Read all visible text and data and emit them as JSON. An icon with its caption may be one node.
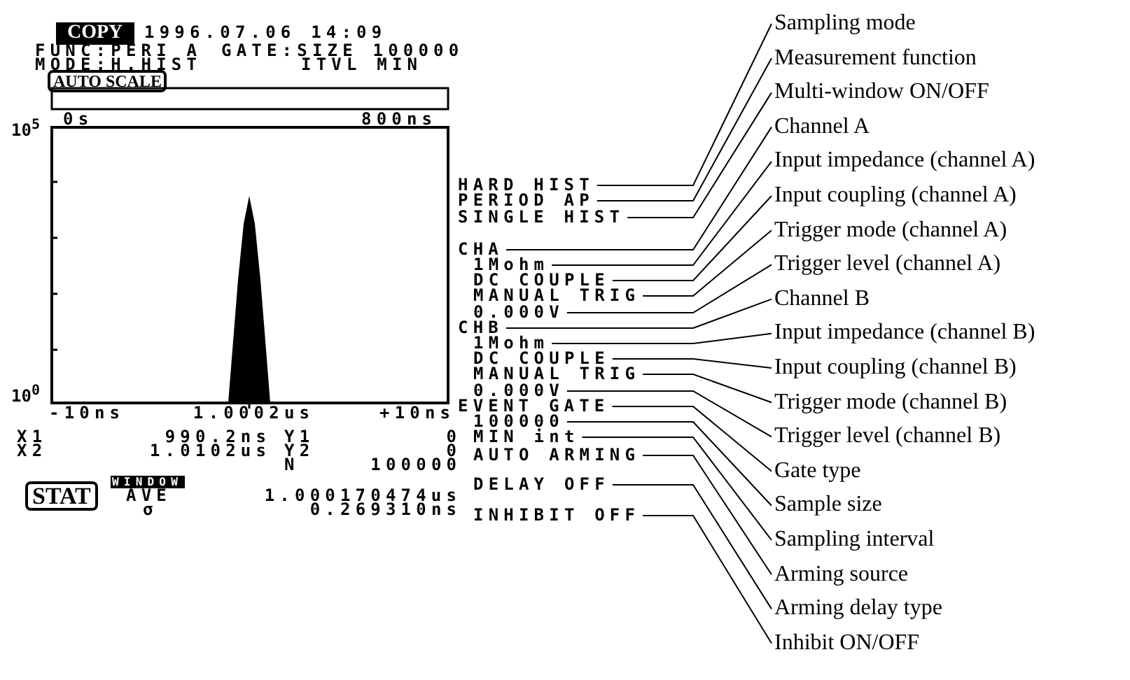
{
  "diagram": {
    "nodes": [
      {
        "text": [
          "HARD HIST"
        ]
      },
      {
        "text": [
          "PERIOD AP"
        ]
      },
      {
        "text": [
          "SINGLE HIST"
        ]
      },
      {
        "text": [
          "CHA"
        ]
      },
      {
        "text": [
          "1Mohm"
        ]
      },
      {
        "text": [
          "DC COUPLE"
        ]
      },
      {
        "text": [
          "MANUAL TRIG"
        ]
      },
      {
        "text": [
          "0.000V"
        ]
      },
      {
        "text": [
          "CHB"
        ]
      },
      {
        "text": [
          "1Mohm"
        ]
      },
      {
        "text": [
          "DC COUPLE"
        ]
      },
      {
        "text": [
          "MANUAL TRIG"
        ]
      },
      {
        "text": [
          "0.000V"
        ]
      },
      {
        "text": [
          "EVENT GATE"
        ]
      },
      {
        "text": [
          "100000"
        ]
      },
      {
        "text": [
          "MIN int"
        ]
      },
      {
        "text": [
          "AUTO ARMING"
        ]
      },
      {
        "text": [
          "DELAY OFF"
        ]
      },
      {
        "text": [
          "INHIBIT OFF"
        ]
      },
      {
        "text": [
          "Sampling mode"
        ]
      },
      {
        "text": [
          "Measurement function"
        ]
      },
      {
        "text": [
          "Multi-window ON/OFF"
        ]
      },
      {
        "text": [
          "Channel A"
        ]
      },
      {
        "text": [
          "Input impedance (channel A)"
        ]
      },
      {
        "text": [
          "Input coupling (channel A)"
        ]
      },
      {
        "text": [
          "Trigger mode (channel A)"
        ]
      },
      {
        "text": [
          "Trigger level (channel A)"
        ]
      },
      {
        "text": [
          "Channel B"
        ]
      },
      {
        "text": [
          "Input impedance (channel B)"
        ]
      },
      {
        "text": [
          "Input coupling (channel B)"
        ]
      },
      {
        "text": [
          "Trigger mode (channel B)"
        ]
      },
      {
        "text": [
          "Trigger level (channel B)"
        ]
      },
      {
        "text": [
          "Gate type"
        ]
      },
      {
        "text": [
          "Sample size"
        ]
      },
      {
        "text": [
          "Sampling interval"
        ]
      },
      {
        "text": [
          "Arming source"
        ]
      },
      {
        "text": [
          "Arming delay type"
        ]
      },
      {
        "text": [
          "Inhibit ON/OFF"
        ]
      }
    ],
    "edges": [
      {
        "from": 19,
        "to": 0,
        "arrow": "none"
      },
      {
        "from": 20,
        "to": 1,
        "arrow": "none"
      },
      {
        "from": 21,
        "to": 2,
        "arrow": "none"
      },
      {
        "from": 22,
        "to": 3,
        "arrow": "none"
      },
      {
        "from": 23,
        "to": 4,
        "arrow": "none"
      },
      {
        "from": 24,
        "to": 5,
        "arrow": "none"
      },
      {
        "from": 25,
        "to": 6,
        "arrow": "none"
      },
      {
        "from": 26,
        "to": 7,
        "arrow": "none"
      },
      {
        "from": 27,
        "to": 8,
        "arrow": "none"
      },
      {
        "from": 28,
        "to": 9,
        "arrow": "none"
      },
      {
        "from": 29,
        "to": 10,
        "arrow": "none"
      },
      {
        "from": 30,
        "to": 11,
        "arrow": "none"
      },
      {
        "from": 31,
        "to": 12,
        "arrow": "none"
      },
      {
        "from": 32,
        "to": 13,
        "arrow": "none"
      },
      {
        "from": 33,
        "to": 14,
        "arrow": "none"
      },
      {
        "from": 34,
        "to": 15,
        "arrow": "none"
      },
      {
        "from": 35,
        "to": 16,
        "arrow": "none"
      },
      {
        "from": 36,
        "to": 17,
        "arrow": "none"
      },
      {
        "from": 37,
        "to": 18,
        "arrow": "none"
      }
    ],
    "labels": [
      "COPY",
      "1996.07.06 14:09",
      "FUNC:PERI A",
      "GATE:SIZE 100000",
      "MODE:H.HIST",
      "ITVL MIN",
      "AUTO SCALE",
      "10$^{5}$",
      "0s",
      "800ns",
      "10$^{0}$",
      "-10ns",
      "1.0002us",
      "+10ns",
      "X1",
      "990.2ns",
      "Y1",
      "0",
      "X2",
      "1.0102us",
      "Y2",
      "0",
      "N",
      "100000",
      "STAT",
      "WINDOW",
      "AVE",
      "1.000170474us",
      "σ",
      "0.269310ns"
    ]
  }
}
